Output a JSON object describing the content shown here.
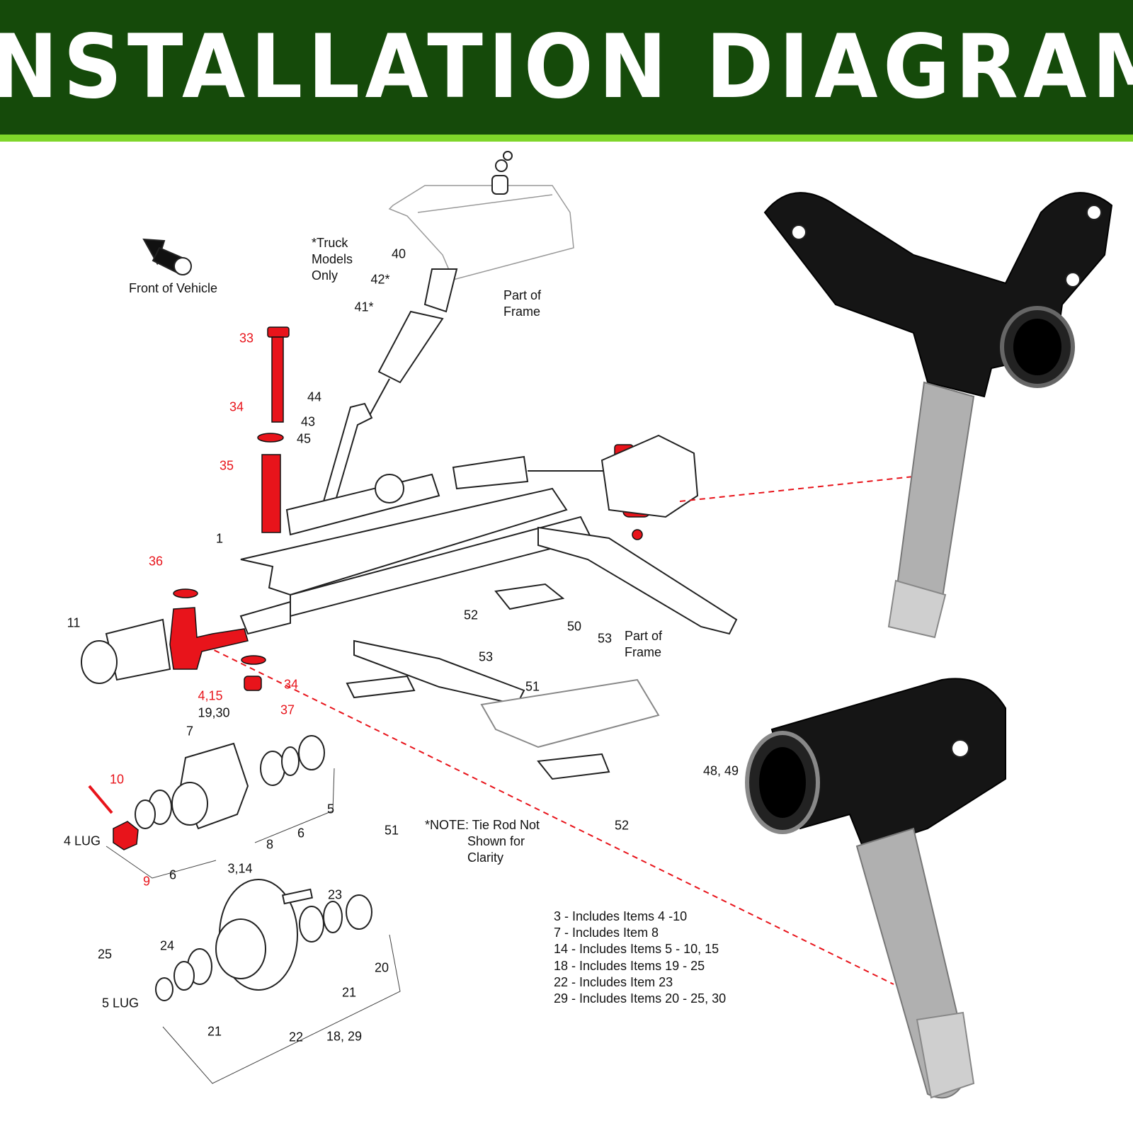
{
  "header": {
    "title": "INSTALLATION DIAGRAM",
    "background_color": "#154a0a",
    "stripe_color": "#7fd62a"
  },
  "annotations": {
    "front_of_vehicle": "Front of Vehicle",
    "truck_models": "*Truck\nModels\nOnly",
    "part_of_frame_top": "Part of\nFrame",
    "part_of_frame_bottom": "Part of\nFrame",
    "note": "*NOTE: Tie Rod Not\n            Shown for\n            Clarity"
  },
  "callouts_black": [
    "40",
    "42*",
    "41*",
    "44",
    "43",
    "45",
    "1",
    "11",
    "19,30",
    "7",
    "5",
    "6",
    "8",
    "6",
    "3,14",
    "4 LUG",
    "52",
    "50",
    "53",
    "53",
    "51",
    "48, 49",
    "52",
    "51",
    "23",
    "24",
    "25",
    "20",
    "21",
    "5 LUG",
    "21",
    "22",
    "18, 29"
  ],
  "callouts_red": [
    "33",
    "34",
    "35",
    "36",
    "4,15",
    "34",
    "37",
    "10",
    "9"
  ],
  "highlight_color": "#e8141b",
  "includes": [
    "3 - Includes Items 4 -10",
    "7 - Includes Item 8",
    "14 - Includes Items 5 - 10, 15",
    "18 - Includes Items 19 - 25",
    "22 - Includes Item 23",
    "29 - Includes Items 20 - 25, 30"
  ]
}
